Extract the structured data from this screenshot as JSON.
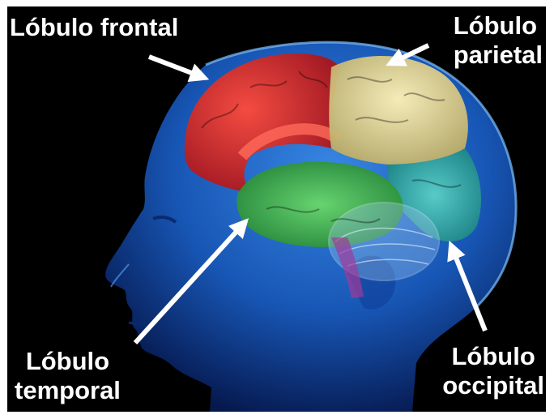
{
  "lobes": {
    "frontal": {
      "line1": "Lóbulo frontal",
      "color": "#e0242a"
    },
    "parietal": {
      "line1": "Lóbulo",
      "line2": "parietal",
      "color": "#e8dca0"
    },
    "temporal": {
      "line1": "Lóbulo",
      "line2": "temporal",
      "color": "#35b046"
    },
    "occipital": {
      "line1": "Lóbulo",
      "line2": "occipital",
      "color": "#2a9fa0"
    }
  },
  "colors": {
    "head": "#1d6fd6",
    "background": "#000000",
    "cerebellum": "#9fc8f0",
    "brainstem": "#a03a9a",
    "arrow": "#ffffff"
  }
}
